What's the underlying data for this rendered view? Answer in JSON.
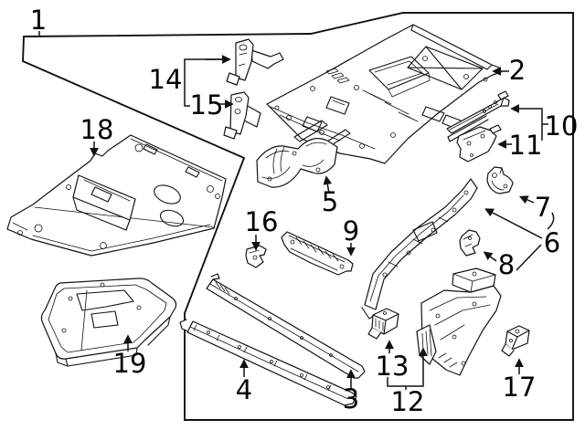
{
  "diagram": {
    "background_color": "#ffffff",
    "line_color": "#111111",
    "callouts": [
      {
        "label": "1"
      },
      {
        "label": "2"
      },
      {
        "label": "3"
      },
      {
        "label": "4"
      },
      {
        "label": "5"
      },
      {
        "label": "6"
      },
      {
        "label": "7"
      },
      {
        "label": "8"
      },
      {
        "label": "9"
      },
      {
        "label": "10"
      },
      {
        "label": "11"
      },
      {
        "label": "12"
      },
      {
        "label": "13"
      },
      {
        "label": "14"
      },
      {
        "label": "15"
      },
      {
        "label": "16"
      },
      {
        "label": "17"
      },
      {
        "label": "18"
      },
      {
        "label": "19"
      }
    ]
  }
}
